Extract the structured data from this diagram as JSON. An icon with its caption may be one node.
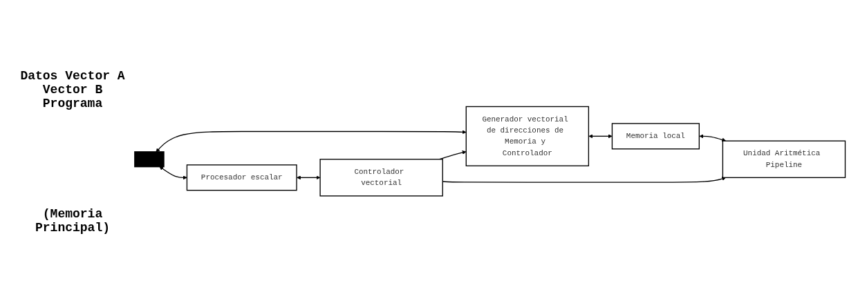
{
  "diagram": {
    "nodes": [
      {
        "text": [],
        "shape": "bar"
      },
      {
        "text": [
          "Generador vectorial de direcciones de Memoria y Controlador"
        ]
      },
      {
        "text": [
          "Memoria local"
        ]
      },
      {
        "text": [
          "Unidad Aritmética Pipeline"
        ]
      },
      {
        "text": [
          "Procesador escalar"
        ]
      },
      {
        "text": [
          "Controlador vectorial"
        ]
      }
    ],
    "edges": [
      {
        "from": 0,
        "to": 1,
        "arrow": "both"
      },
      {
        "from": 1,
        "to": 2,
        "arrow": "both"
      },
      {
        "from": 2,
        "to": 3,
        "arrow": "both"
      },
      {
        "from": 0,
        "to": 4,
        "arrow": "both"
      },
      {
        "from": 4,
        "to": 5,
        "arrow": "both"
      },
      {
        "from": 5,
        "to": 1,
        "arrow": "to"
      },
      {
        "from": 5,
        "to": 3,
        "arrow": "to"
      }
    ],
    "labels": [
      "Datos Vector A Vector B Programa",
      "(Memoria Principal)"
    ]
  }
}
